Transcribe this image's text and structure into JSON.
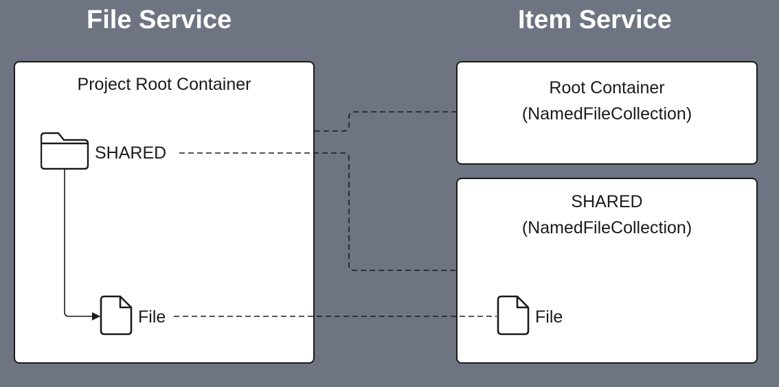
{
  "headings": {
    "left": "File Service",
    "right": "Item Service"
  },
  "file_service": {
    "box_title": "Project Root Container",
    "folder_label": "SHARED",
    "file_label": "File"
  },
  "item_service": {
    "root_container": {
      "title_line1": "Root Container",
      "title_line2": "(NamedFileCollection)"
    },
    "shared": {
      "title_line1": "SHARED",
      "title_line2": "(NamedFileCollection)",
      "file_label": "File"
    }
  },
  "colors": {
    "background": "#6e7482",
    "box_fill": "#ffffff",
    "stroke": "#1a1a1a",
    "heading_text": "#ffffff"
  },
  "icons": [
    "folder-icon",
    "file-icon",
    "arrow-head-icon"
  ]
}
